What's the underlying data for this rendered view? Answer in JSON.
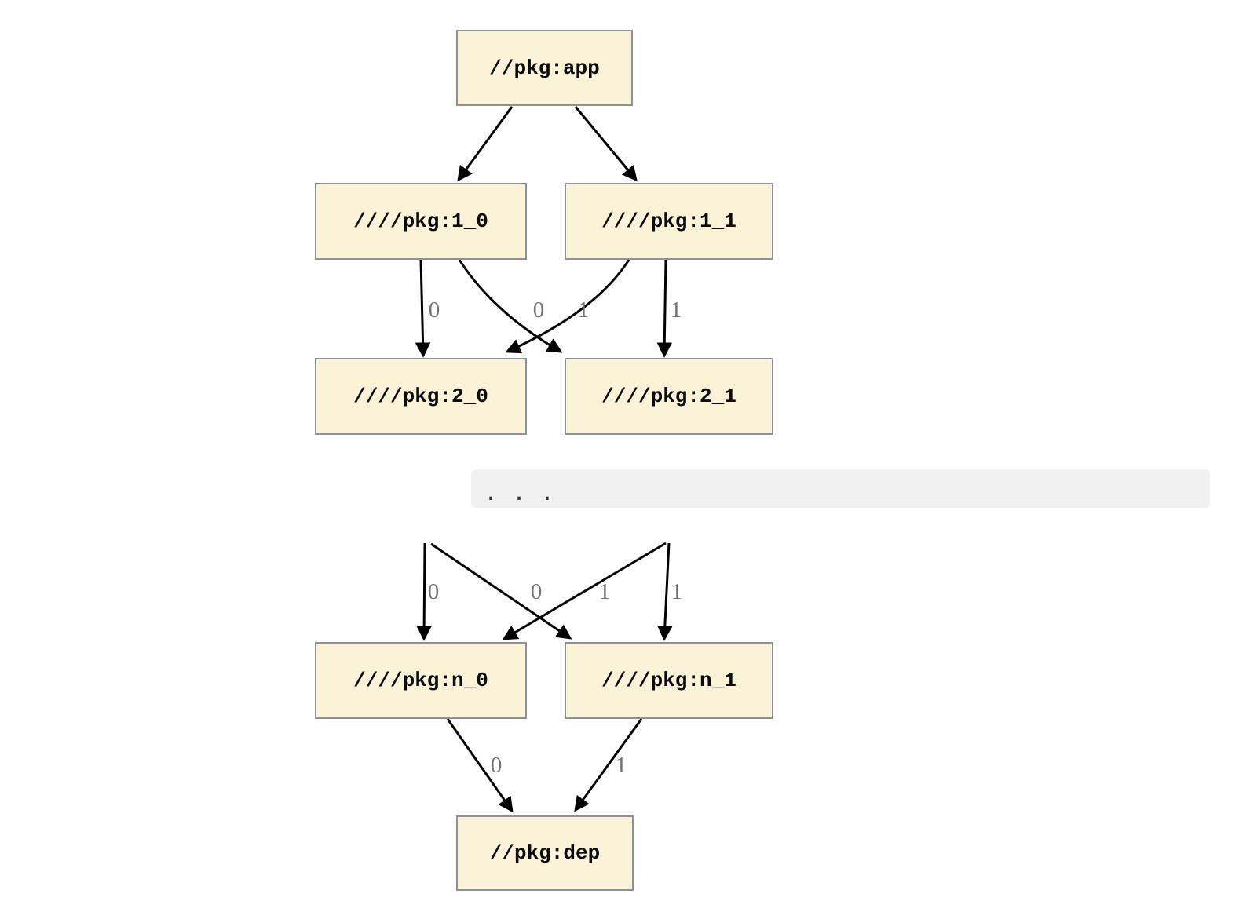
{
  "diagram": {
    "type": "dependency-graph",
    "nodes": {
      "app": {
        "label": "//pkg:app"
      },
      "l1_0": {
        "label": "////pkg:1_0"
      },
      "l1_1": {
        "label": "////pkg:1_1"
      },
      "l2_0": {
        "label": "////pkg:2_0"
      },
      "l2_1": {
        "label": "////pkg:2_1"
      },
      "ln_0": {
        "label": "////pkg:n_0"
      },
      "ln_1": {
        "label": "////pkg:n_1"
      },
      "dep": {
        "label": "//pkg:dep"
      }
    },
    "ellipsis_text": ". . .",
    "edges": [
      {
        "from": "//pkg:app",
        "to": "////pkg:1_0",
        "label": ""
      },
      {
        "from": "//pkg:app",
        "to": "////pkg:1_1",
        "label": ""
      },
      {
        "from": "////pkg:1_0",
        "to": "////pkg:2_0",
        "label": "0"
      },
      {
        "from": "////pkg:1_1",
        "to": "////pkg:2_0",
        "label": "0"
      },
      {
        "from": "////pkg:1_0",
        "to": "////pkg:2_1",
        "label": "1"
      },
      {
        "from": "////pkg:1_1",
        "to": "////pkg:2_1",
        "label": "1"
      },
      {
        "from": "ellipsis",
        "to": "////pkg:n_0",
        "label": "0"
      },
      {
        "from": "ellipsis",
        "to": "////pkg:n_0",
        "label": "0"
      },
      {
        "from": "ellipsis",
        "to": "////pkg:n_1",
        "label": "1"
      },
      {
        "from": "ellipsis",
        "to": "////pkg:n_1",
        "label": "1"
      },
      {
        "from": "////pkg:n_0",
        "to": "//pkg:dep",
        "label": "0"
      },
      {
        "from": "////pkg:n_1",
        "to": "//pkg:dep",
        "label": "1"
      }
    ],
    "colors": {
      "background": "#FFFFFF",
      "node_fill": "#FBF3D8",
      "node_border": "#8C9196",
      "node_text": "#0A0A0A",
      "edge": "#000000",
      "edge_label": "#717171",
      "ellipsis_background": "#F1F1F1",
      "ellipsis_text": "#3C3C3C"
    }
  }
}
